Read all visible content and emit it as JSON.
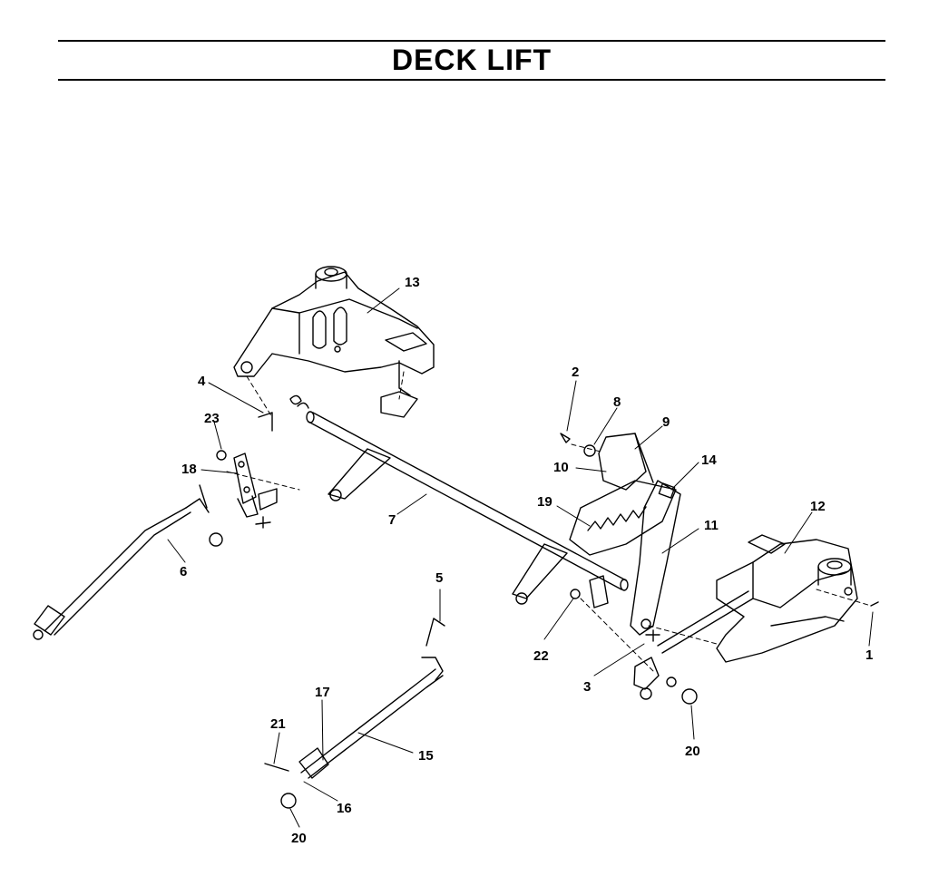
{
  "header": {
    "title": "DECK LIFT"
  },
  "diagram": {
    "callouts": [
      "1",
      "2",
      "3",
      "4",
      "5",
      "6",
      "7",
      "8",
      "9",
      "10",
      "11",
      "12",
      "13",
      "14",
      "15",
      "16",
      "17",
      "18",
      "19",
      "20",
      "20",
      "21",
      "22",
      "23"
    ]
  }
}
